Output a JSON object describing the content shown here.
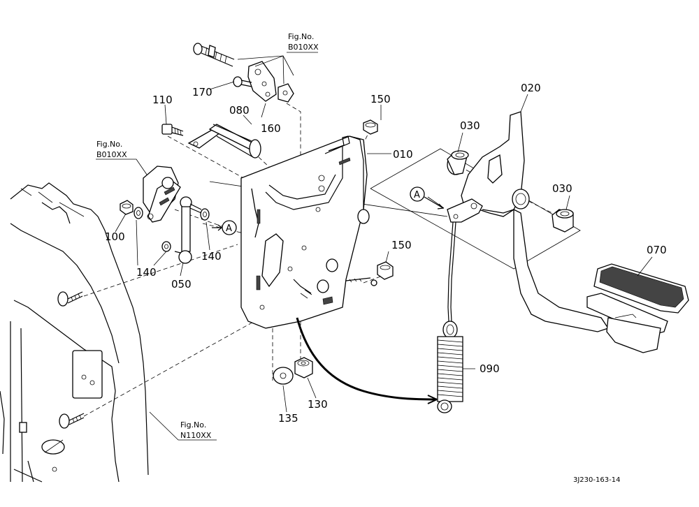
{
  "callouts": {
    "p010": "010",
    "p020": "020",
    "p030a": "030",
    "p030b": "030",
    "p050": "050",
    "p070": "070",
    "p080": "080",
    "p090": "090",
    "p100": "100",
    "p110": "110",
    "p130": "130",
    "p135": "135",
    "p140a": "140",
    "p140b": "140",
    "p150a": "150",
    "p150b": "150",
    "p160": "160",
    "p170": "170"
  },
  "references": {
    "fig_top_label": "Fig.No.",
    "fig_top_code": "B010XX",
    "fig_left_label": "Fig.No.",
    "fig_left_code": "B010XX",
    "fig_bottom_label": "Fig.No.",
    "fig_bottom_code": "N110XX"
  },
  "markers": {
    "a_left": "A",
    "a_right": "A"
  },
  "drawing_code": "3J230-163-14"
}
